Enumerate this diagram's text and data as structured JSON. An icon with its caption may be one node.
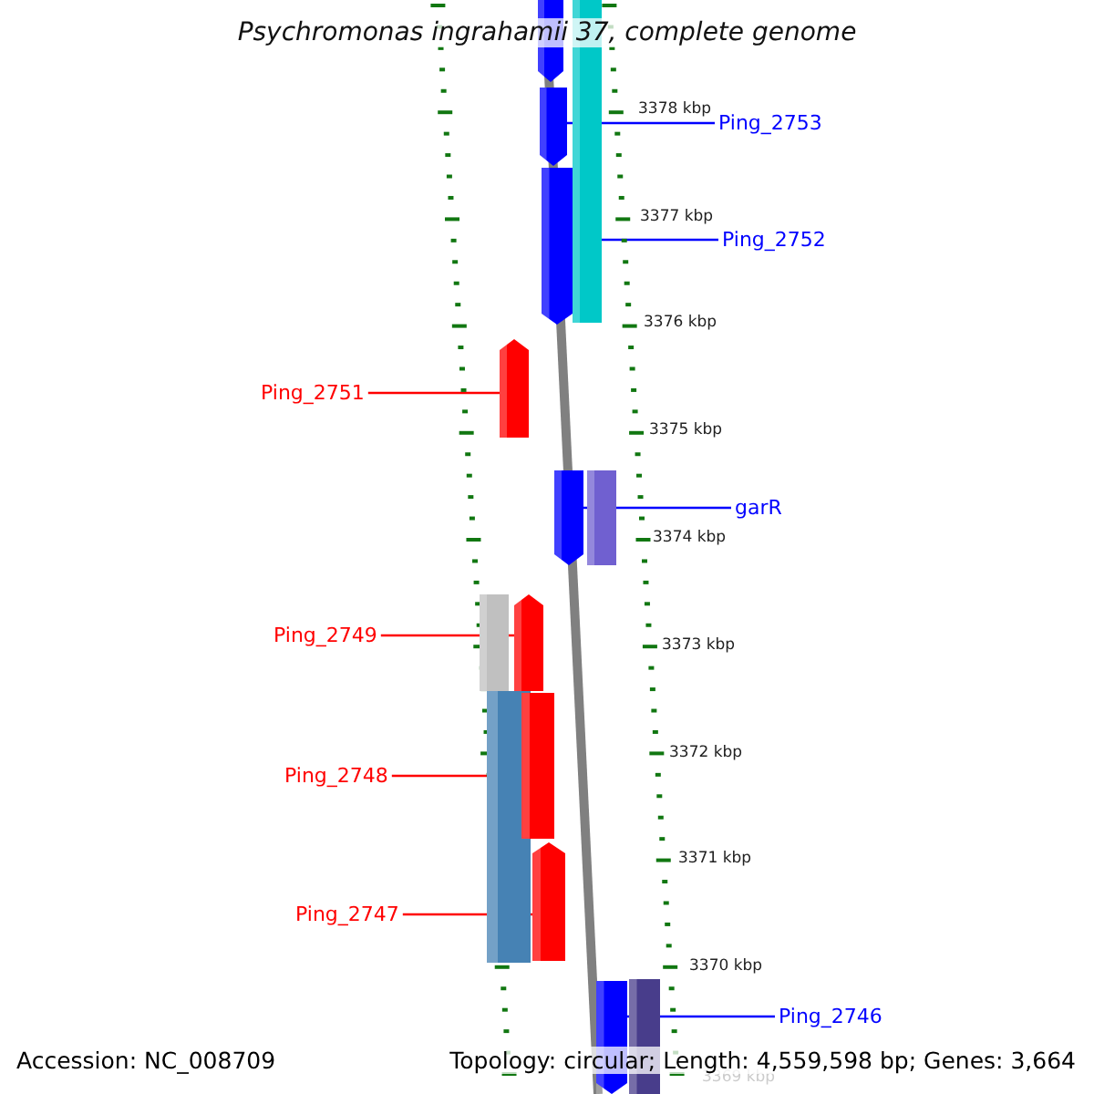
{
  "diagram": {
    "title": "Psychromonas ingrahamii 37, complete genome",
    "nodes": [
      {
        "text": [
          "Ping_2753"
        ]
      },
      {
        "text": [
          "Ping_2752"
        ]
      },
      {
        "text": [
          "Ping_2751"
        ]
      },
      {
        "text": [
          "garR"
        ]
      },
      {
        "text": [
          "Ping_2749"
        ]
      },
      {
        "text": [
          "Ping_2748"
        ]
      },
      {
        "text": [
          "Ping_2747"
        ]
      },
      {
        "text": [
          "Ping_2746"
        ]
      },
      {
        "text": [],
        "shape": "bar"
      },
      {
        "text": [],
        "shape": "bar"
      },
      {
        "text": [],
        "shape": "bar"
      },
      {
        "text": [],
        "shape": "bar"
      },
      {
        "text": [],
        "shape": "bar"
      },
      {
        "text": [],
        "shape": "bar"
      },
      {
        "text": [],
        "shape": "bar"
      },
      {
        "text": [],
        "shape": "bar"
      },
      {
        "text": [],
        "shape": "bar"
      },
      {
        "text": [],
        "shape": "bar"
      },
      {
        "text": [],
        "shape": "bar"
      },
      {
        "text": [],
        "shape": "bar"
      },
      {
        "text": [],
        "shape": "bar"
      },
      {
        "text": [],
        "shape": "bar"
      }
    ],
    "edges": [
      {
        "from": 0,
        "to": 10,
        "arrow": "none",
        "color": "#0000ff"
      },
      {
        "from": 1,
        "to": 11,
        "arrow": "none",
        "color": "#0000ff"
      },
      {
        "from": 2,
        "to": 12,
        "arrow": "none",
        "color": "#ff0000"
      },
      {
        "from": 3,
        "to": 13,
        "arrow": "none",
        "color": "#0000ff"
      },
      {
        "from": 4,
        "to": 16,
        "arrow": "none",
        "color": "#ff0000"
      },
      {
        "from": 5,
        "to": 18,
        "arrow": "none",
        "color": "#ff0000"
      },
      {
        "from": 6,
        "to": 19,
        "arrow": "none",
        "color": "#ff0000"
      },
      {
        "from": 7,
        "to": 20,
        "arrow": "none",
        "color": "#0000ff"
      }
    ],
    "labels": [
      "3378 kbp",
      "3377 kbp",
      "3376 kbp",
      "3375 kbp",
      "3374 kbp",
      "3373 kbp",
      "3372 kbp",
      "3371 kbp",
      "3370 kbp",
      "3369 kbp",
      "Accession: NC_008709",
      "Topology: circular; Length: 4,559,598 bp; Genes: 3,664"
    ]
  }
}
